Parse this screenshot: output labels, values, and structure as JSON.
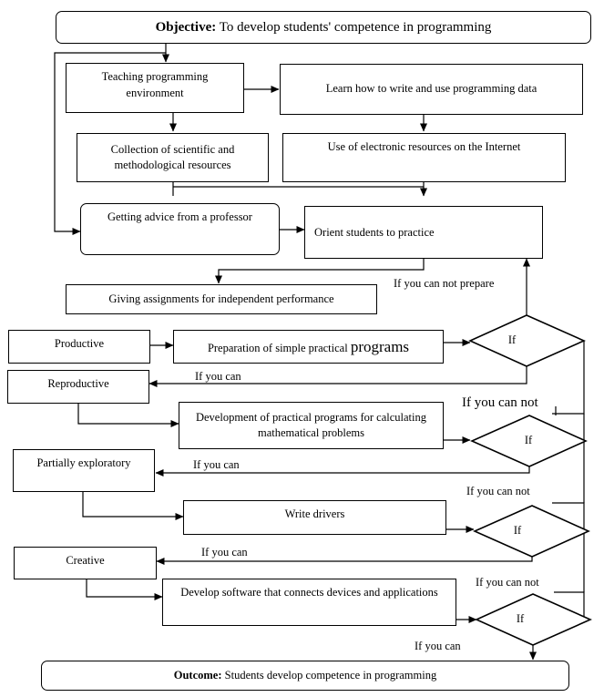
{
  "objective": {
    "prefix": "Objective:",
    "text": "To develop students' competence in programming"
  },
  "steps": {
    "teaching_env": "Teaching programming environment",
    "learn_write": "Learn how to write and use programming data",
    "collection": "Collection of scientific and methodological resources",
    "electronic": "Use of electronic resources on the Internet",
    "advice": "Getting advice from a professor",
    "orient": "Orient students to practice",
    "assignments": "Giving assignments for independent performance"
  },
  "levels": {
    "productive": "Productive",
    "reproductive": "Reproductive",
    "partially": "Partially exploratory",
    "creative": "Creative"
  },
  "tasks": {
    "simple_prefix": "Preparation of simple practical",
    "simple_suffix": "programs",
    "math": "Development of practical programs for calculating mathematical problems",
    "drivers": "Write drivers",
    "software": "Develop software that connects devices and applications"
  },
  "decision": "If",
  "labels": {
    "cannot_prepare": "If you can not prepare",
    "can": "If you can",
    "cannot": "If you can not"
  },
  "outcome": {
    "prefix": "Outcome:",
    "text": "Students develop competence in programming"
  }
}
